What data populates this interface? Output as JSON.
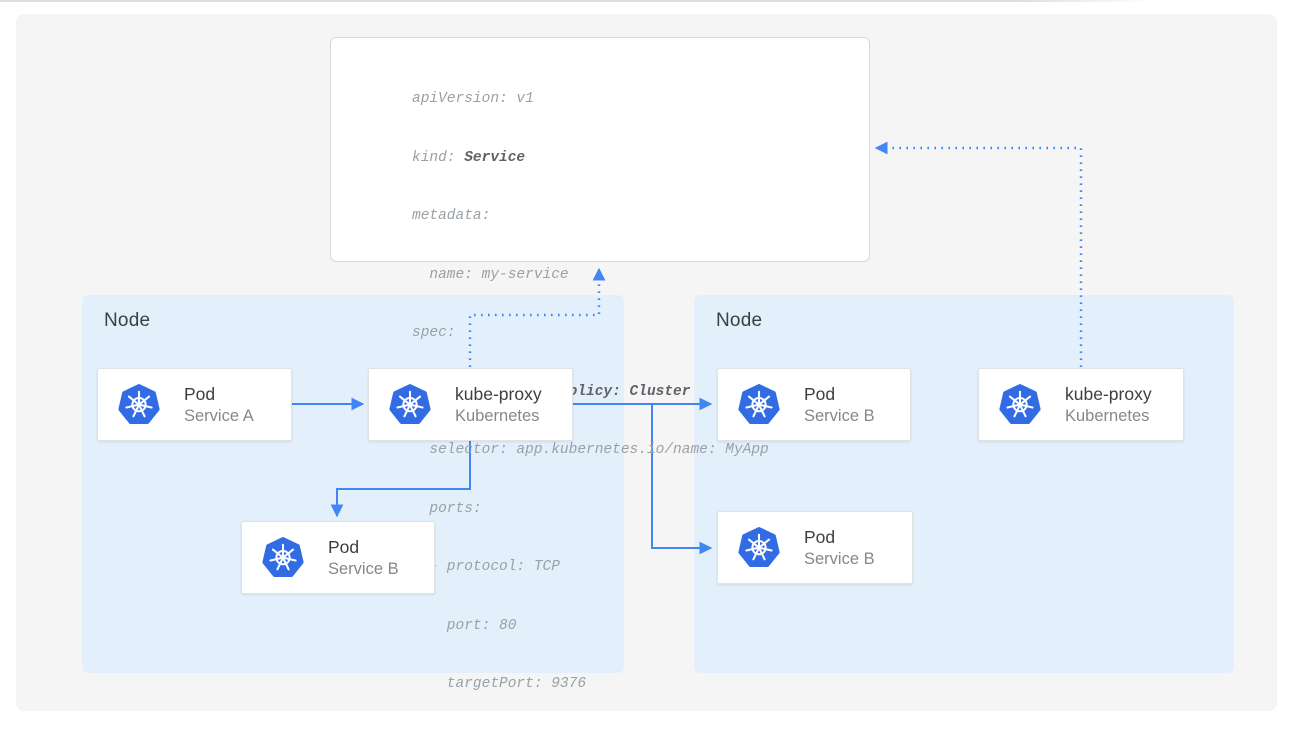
{
  "colors": {
    "canvas_bg": "#f5f5f6",
    "node_bg": "#e3f0fc",
    "arrow_blue": "#4285f4",
    "kubernetes_blue": "#326ce5",
    "card_border": "#e2e2e2",
    "title_text": "#3c4043",
    "subtitle_text": "#84888d",
    "code_text": "#9aa0a6",
    "code_bold_text": "#5f6368"
  },
  "nodes": {
    "left": {
      "label": "Node"
    },
    "right": {
      "label": "Node"
    }
  },
  "boxes": {
    "pod_a": {
      "title": "Pod",
      "subtitle": "Service A"
    },
    "kube_proxy_left": {
      "title": "kube-proxy",
      "subtitle": "Kubernetes"
    },
    "pod_b_left": {
      "title": "Pod",
      "subtitle": "Service B"
    },
    "pod_b_right_top": {
      "title": "Pod",
      "subtitle": "Service B"
    },
    "pod_b_right_bottom": {
      "title": "Pod",
      "subtitle": "Service B"
    },
    "kube_proxy_right": {
      "title": "kube-proxy",
      "subtitle": "Kubernetes"
    }
  },
  "code_block": {
    "lines": [
      {
        "pre": "apiVersion: v1",
        "bold": ""
      },
      {
        "pre": "kind: ",
        "bold": "Service"
      },
      {
        "pre": "metadata:",
        "bold": ""
      },
      {
        "pre": "  name: my-service",
        "bold": ""
      },
      {
        "pre": "spec:",
        "bold": ""
      },
      {
        "pre": "  ",
        "bold": "internalTrafficPolicy: Cluster"
      },
      {
        "pre": "  selector: app.kubernetes.io/name: MyApp",
        "bold": ""
      },
      {
        "pre": "  ports:",
        "bold": ""
      },
      {
        "pre": "  - protocol: TCP",
        "bold": ""
      },
      {
        "pre": "    port: 80",
        "bold": ""
      },
      {
        "pre": "    targetPort: 9376",
        "bold": ""
      }
    ]
  }
}
